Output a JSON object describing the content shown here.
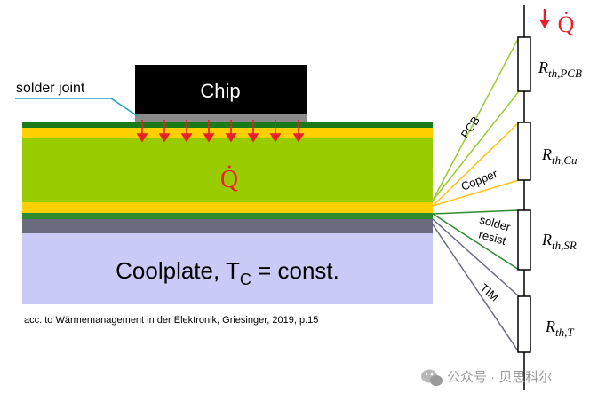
{
  "labels": {
    "chip": "Chip",
    "solder_joint": "solder joint",
    "heat_flow_symbol": "Q̇",
    "coolplate_main": "Coolplate, T",
    "coolplate_sub": "C",
    "coolplate_tail": " = const.",
    "citation": "acc. to Wärmemanagement in der Elektronik, Griesinger, 2019, p.15",
    "watermark": "公众号 · 贝思科尔"
  },
  "layers": {
    "pcb": "PCB",
    "copper": "Copper",
    "solder_resist_1": "solder",
    "solder_resist_2": "resist",
    "tim": "TIM"
  },
  "resistors": {
    "r1_main": "R",
    "r1_sub": "th,PCB",
    "r2_main": "R",
    "r2_sub": "th,Cu",
    "r3_main": "R",
    "r3_sub": "th,SR",
    "r4_main": "R",
    "r4_sub": "th,T"
  },
  "colors": {
    "dark_green": "#1a7a1a",
    "yellow": "#ffd000",
    "fr4_green": "#99cc00",
    "solder_resist": "#2e8b2e",
    "tim_gray": "#6b6b80",
    "coolplate": "#c9caf5",
    "arrow_red": "#e8202a",
    "cyan_leader": "#1aa6b4",
    "chip": "#000000"
  },
  "icons": [
    "wechat-icon",
    "heat-arrow-icon"
  ]
}
